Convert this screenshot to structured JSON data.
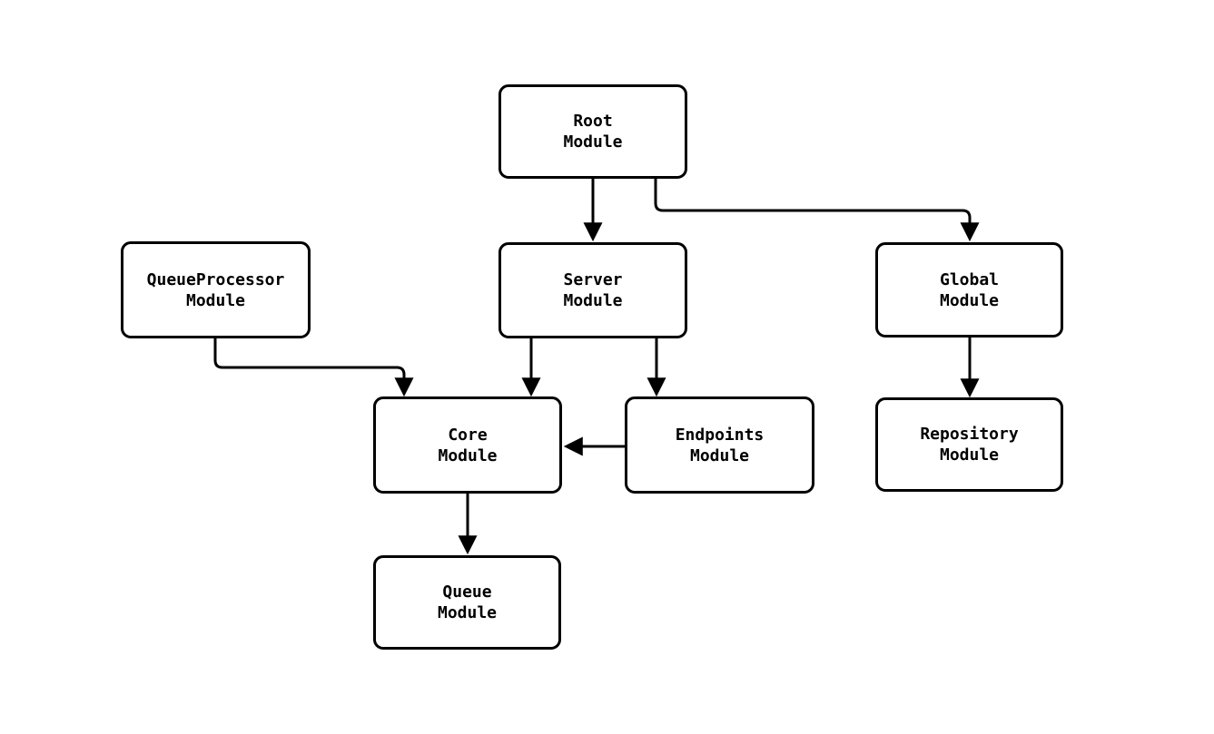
{
  "diagram": {
    "type": "module-dependency-graph",
    "background_color": "#ffffff",
    "stroke_color": "#000000",
    "text_color": "#000000",
    "nodes": [
      {
        "id": "root-module",
        "lines": [
          "Root",
          "Module"
        ]
      },
      {
        "id": "queueprocessor-module",
        "lines": [
          "QueueProcessor",
          "Module"
        ]
      },
      {
        "id": "server-module",
        "lines": [
          "Server",
          "Module"
        ]
      },
      {
        "id": "global-module",
        "lines": [
          "Global",
          "Module"
        ]
      },
      {
        "id": "core-module",
        "lines": [
          "Core",
          "Module"
        ]
      },
      {
        "id": "endpoints-module",
        "lines": [
          "Endpoints",
          "Module"
        ]
      },
      {
        "id": "repository-module",
        "lines": [
          "Repository",
          "Module"
        ]
      },
      {
        "id": "queue-module",
        "lines": [
          "Queue",
          "Module"
        ]
      }
    ],
    "edges": [
      {
        "from": "Root Module",
        "to": "Server Module"
      },
      {
        "from": "Root Module",
        "to": "Global Module"
      },
      {
        "from": "QueueProcessor Module",
        "to": "Core Module"
      },
      {
        "from": "Server Module",
        "to": "Core Module"
      },
      {
        "from": "Server Module",
        "to": "Endpoints Module"
      },
      {
        "from": "Endpoints Module",
        "to": "Core Module"
      },
      {
        "from": "Global Module",
        "to": "Repository Module"
      },
      {
        "from": "Core Module",
        "to": "Queue Module"
      }
    ]
  }
}
